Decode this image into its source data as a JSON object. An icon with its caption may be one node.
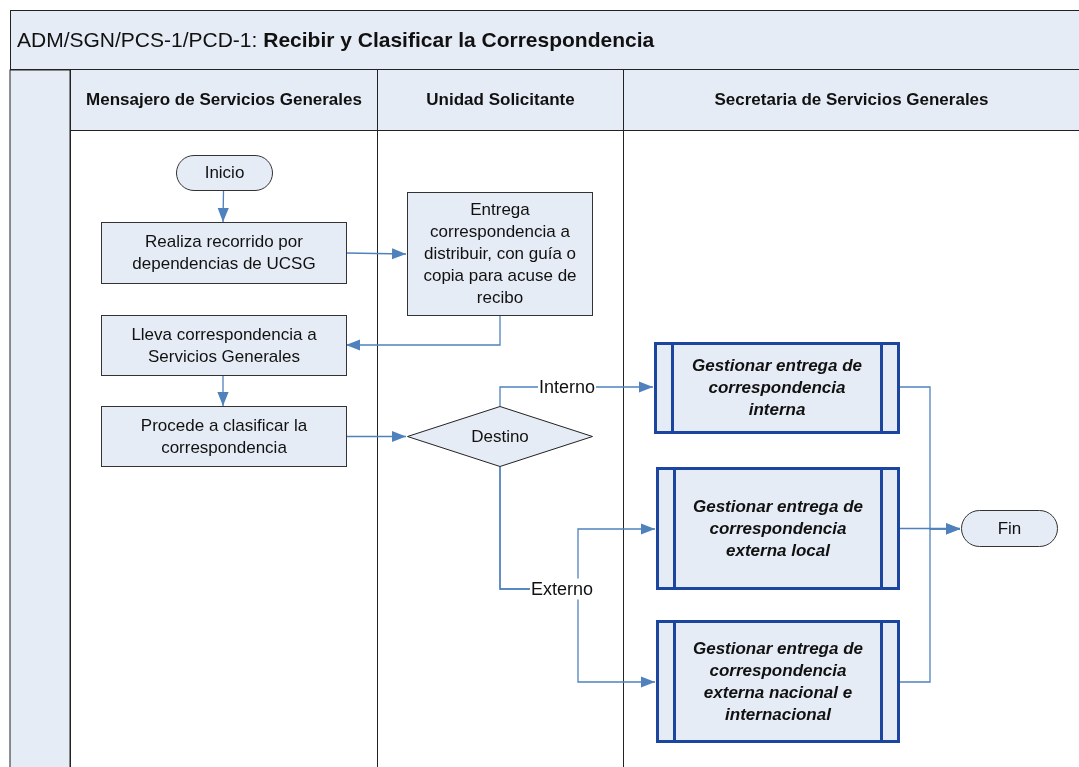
{
  "diagram": {
    "title": "ADM/SGN/PCS-1/PCD-1: **Recibir y Clasificar la Correspondencia**",
    "nodes": [
      {
        "text": [
          "Mensajero de Servicios Generales"
        ]
      },
      {
        "text": [
          "Unidad Solicitante"
        ]
      },
      {
        "text": [
          "Secretaria de Servicios Generales"
        ]
      },
      {
        "text": [
          "Inicio"
        ],
        "in": 0
      },
      {
        "text": [
          "Realiza recorrido por dependencias de UCSG"
        ],
        "in": 0
      },
      {
        "text": [
          "Entrega correspondencia a distribuir, con guía o copia para acuse de recibo"
        ],
        "in": 1
      },
      {
        "text": [
          "Lleva correspondencia a Servicios Generales"
        ],
        "in": 0
      },
      {
        "text": [
          "Procede a clasificar la correspondencia"
        ],
        "in": 0
      },
      {
        "text": [
          "Destino"
        ],
        "in": 1
      },
      {
        "text": [
          "Gestionar entrega de correspondencia interna"
        ],
        "in": 2
      },
      {
        "text": [
          "Gestionar entrega de correspondencia externa local"
        ],
        "in": 2
      },
      {
        "text": [
          "Gestionar entrega de correspondencia externa nacional e internacional"
        ],
        "in": 2
      },
      {
        "text": [
          "Fin"
        ],
        "in": 2
      }
    ],
    "edges": [
      {
        "from": 3,
        "to": 4,
        "arrow": "to"
      },
      {
        "from": 4,
        "to": 5,
        "arrow": "to"
      },
      {
        "from": 5,
        "to": 6,
        "arrow": "to"
      },
      {
        "from": 6,
        "to": 7,
        "arrow": "to"
      },
      {
        "from": 7,
        "to": 8,
        "arrow": "to"
      },
      {
        "from": 8,
        "to": 9,
        "arrow": "to",
        "label": "Interno"
      },
      {
        "from": 8,
        "to": 10,
        "arrow": "to",
        "label": "Externo"
      },
      {
        "from": 8,
        "to": 11,
        "arrow": "to"
      },
      {
        "from": 9,
        "to": 12,
        "arrow": "to"
      },
      {
        "from": 10,
        "to": 12,
        "arrow": "to"
      },
      {
        "from": 11,
        "to": 12,
        "arrow": "to"
      }
    ]
  }
}
